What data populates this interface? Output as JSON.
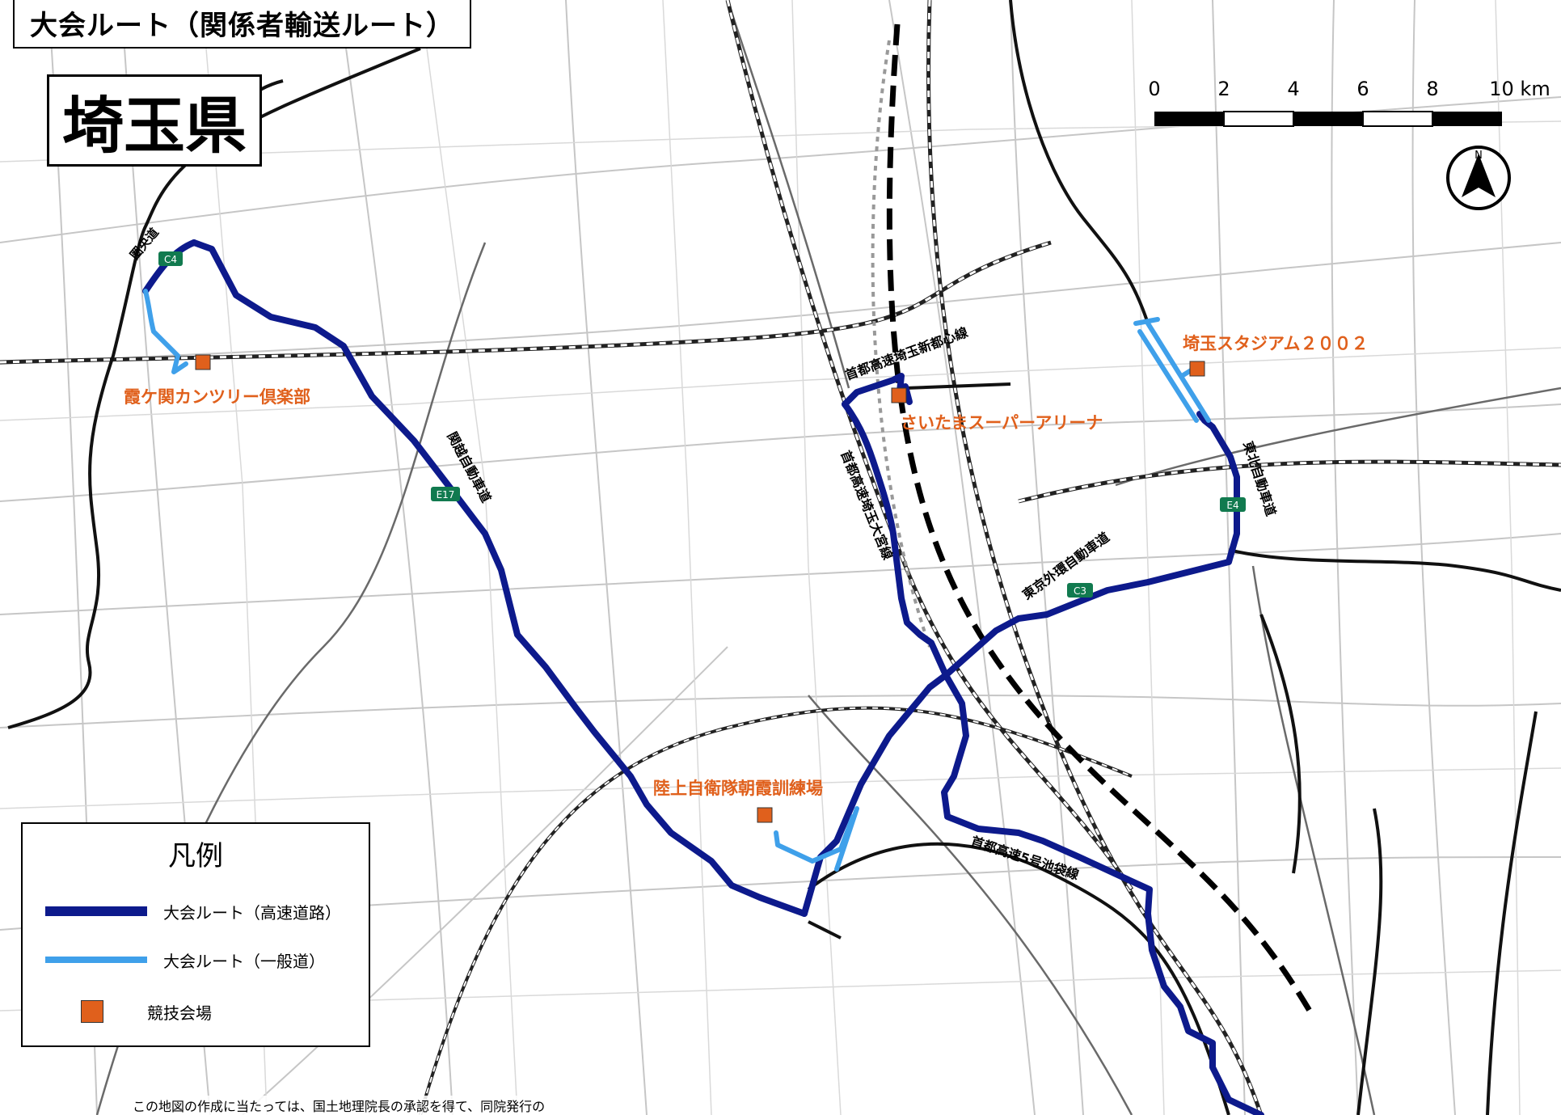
{
  "header": {
    "title": "大会ルート（関係者輸送ルート）",
    "prefecture": "埼玉県"
  },
  "scale_bar": {
    "ticks": [
      "0",
      "2",
      "4",
      "6",
      "8",
      "10 km"
    ]
  },
  "north_arrow": {
    "label": "N"
  },
  "routes": {
    "expressway_labels": [
      "関越自動車道",
      "首都高速埼玉新都心線",
      "首都高速埼玉大宮線",
      "東京外環自動車道",
      "東北自動車道",
      "首都高速5号池袋線",
      "圏央道"
    ],
    "shields": [
      "C4",
      "E17",
      "E4",
      "C3"
    ]
  },
  "venues": [
    {
      "name": "霞ケ関カンツリー倶楽部"
    },
    {
      "name": "さいたまスーパーアリーナ"
    },
    {
      "name": "埼玉スタジアム２００２"
    },
    {
      "name": "陸上自衛隊朝霞訓練場"
    }
  ],
  "legend": {
    "title": "凡例",
    "items": [
      {
        "label": "大会ルート（高速道路）"
      },
      {
        "label": "大会ルート（一般道）"
      },
      {
        "label": "競技会場"
      }
    ]
  },
  "credit": "この地図の作成に当たっては、国土地理院長の承認を得て、同院発行の",
  "colors": {
    "expressway": "#0d1a8c",
    "general_road": "#3fa0ea",
    "venue": "#e0601c",
    "venue_label": "#e0601c",
    "shield": "#117a4f"
  }
}
